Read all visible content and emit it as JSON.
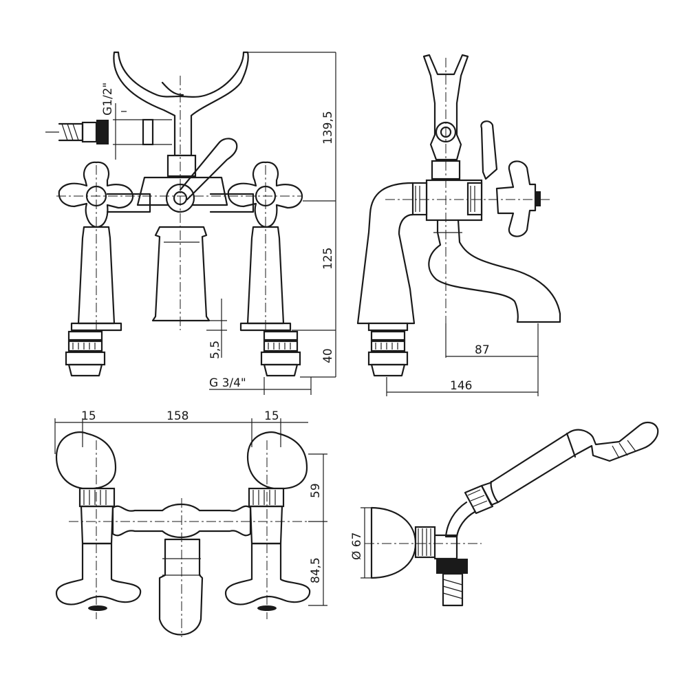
{
  "dimensions": {
    "thread_top": "G1/2\"",
    "height_total": "139,5",
    "height_mid": "125",
    "gap_small": "5,5",
    "base_height": "40",
    "inlet_thread": "G 3/4\"",
    "spout_reach": "87",
    "total_depth": "146",
    "handle_offset_left": "15",
    "center_spacing": "158",
    "handle_offset_right": "15",
    "top_depth": "59",
    "front_depth": "84,5",
    "wall_bracket_diameter": "Ø 67"
  },
  "colors": {
    "line": "#1a1a1a",
    "background": "#ffffff"
  }
}
